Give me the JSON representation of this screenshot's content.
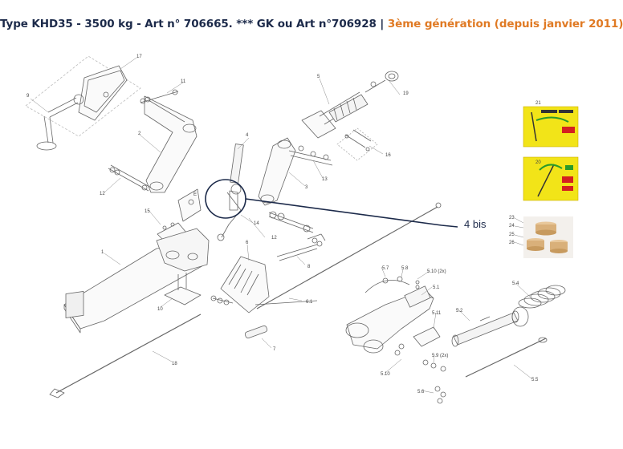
{
  "title": {
    "main": "Type KHD35 - 3500 kg - Art n° 706665. *** GK ou Art n°706928",
    "separator": "|",
    "generation": "3ème génération (depuis janvier 2011)"
  },
  "colors": {
    "title_text": "#1c2a4a",
    "accent": "#e07a24",
    "callout": "#1c2a4a",
    "sticker_yellow": "#f2e418",
    "bushing_tan": "#d9b07a"
  },
  "callout": {
    "label": "4 bis"
  },
  "part_labels": {
    "p1": "1",
    "p2": "2",
    "p3": "3",
    "p4": "4",
    "p5": "5",
    "p6": "6",
    "p7": "7",
    "p8": "8",
    "p9": "9",
    "p10": "10",
    "p11": "11",
    "p12a": "12",
    "p12b": "12",
    "p13": "13",
    "p14": "14",
    "p15": "15",
    "p16": "16",
    "p17": "17",
    "p18": "18",
    "p19": "19",
    "p20": "20",
    "p21": "21",
    "p23": "23",
    "p24": "24",
    "p25": "25",
    "p26": "26",
    "p6_1": "6.1",
    "p5_1": "5.1",
    "p5_2": "5.2",
    "p5_4": "5.4",
    "p5_5": "5.5",
    "p5_6": "5.6",
    "p5_7": "5.7",
    "p5_8": "5.8",
    "p5_9": "5.9 (2x)",
    "p5_10a": "5.10 (2x)",
    "p5_10b": "5.10",
    "p5_11": "5.11",
    "pE": "E"
  }
}
